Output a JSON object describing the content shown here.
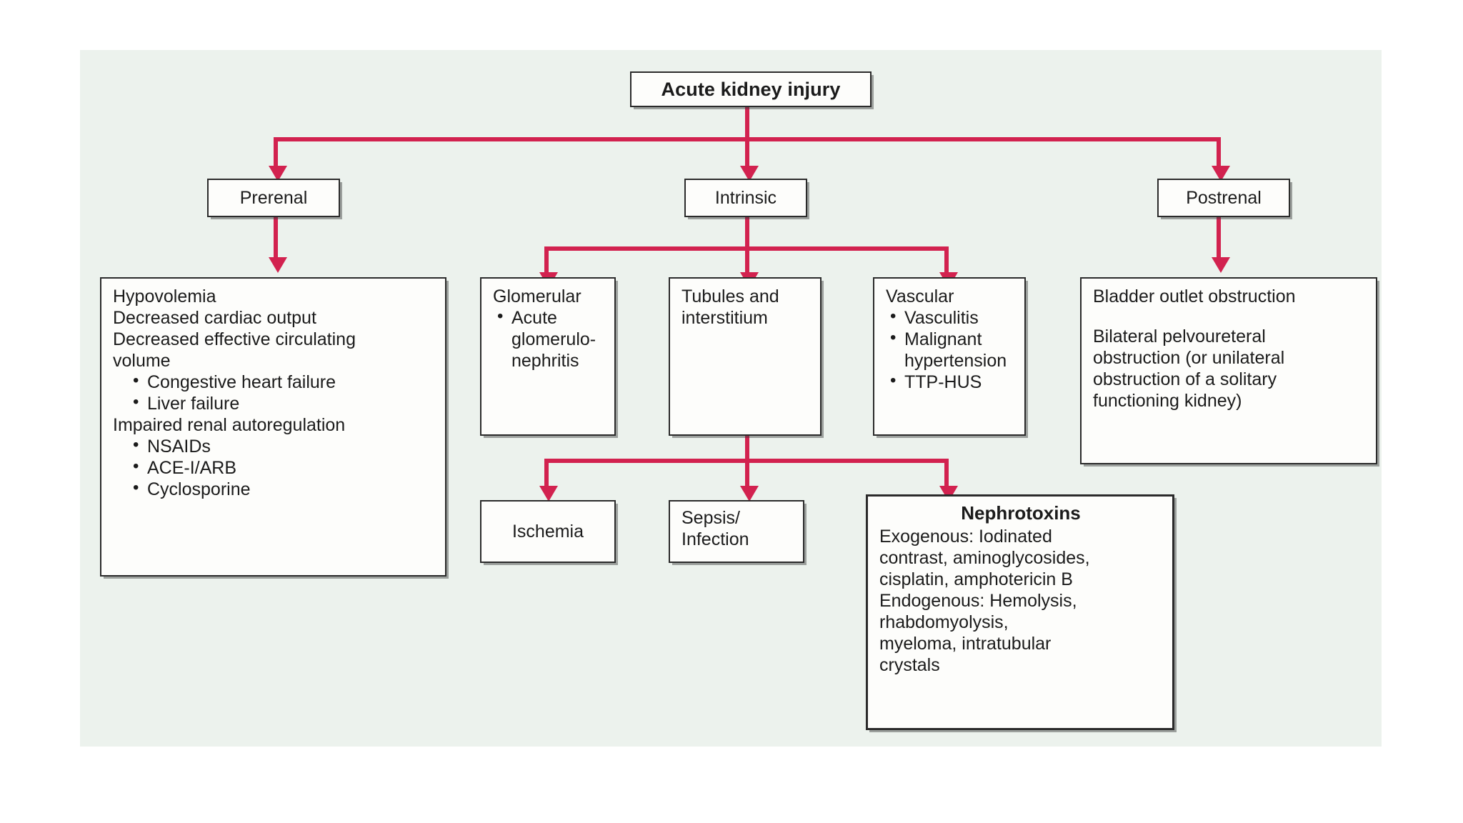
{
  "diagram": {
    "title": "Acute kidney injury",
    "accent_color": "#d2224f",
    "panel_color": "#ecf2ed",
    "box_fill": "#fdfdfb",
    "box_border": "#2b2b2b"
  },
  "root": {
    "label": "Acute kidney injury"
  },
  "categories": {
    "prerenal": "Prerenal",
    "intrinsic": "Intrinsic",
    "postrenal": "Postrenal"
  },
  "prerenal_detail": {
    "line1": "Hypovolemia",
    "line2": "Decreased cardiac output",
    "line3": "Decreased effective circulating",
    "line4": "volume",
    "bullets1": [
      "Congestive heart failure",
      "Liver failure"
    ],
    "line5": "Impaired renal autoregulation",
    "bullets2": [
      "NSAIDs",
      "ACE-I/ARB",
      "Cyclosporine"
    ]
  },
  "glomerular": {
    "heading": "Glomerular",
    "bullets": [
      "Acute glomerulo-nephritis"
    ],
    "bullet_line1": "Acute",
    "bullet_line2": "glomerulo-",
    "bullet_line3": "nephritis"
  },
  "tubules": {
    "line1": "Tubules and",
    "line2": "interstitium"
  },
  "vascular": {
    "heading": "Vascular",
    "bullets": [
      "Vasculitis",
      "Malignant hypertension",
      "TTP-HUS"
    ],
    "b1": "Vasculitis",
    "b2_line1": "Malignant",
    "b2_line2": "hypertension",
    "b3": "TTP-HUS"
  },
  "postrenal_detail": {
    "line1": "Bladder outlet obstruction",
    "line2": "Bilateral pelvoureteral",
    "line3": "obstruction (or unilateral",
    "line4": "obstruction of a solitary",
    "line5": "functioning kidney)"
  },
  "ischemia": {
    "label": "Ischemia"
  },
  "sepsis": {
    "line1": "Sepsis/",
    "line2": "Infection"
  },
  "nephrotoxins": {
    "heading": "Nephrotoxins",
    "line1": "Exogenous: Iodinated",
    "line2": "contrast, aminoglycosides,",
    "line3": "cisplatin, amphotericin B",
    "line4": "Endogenous: Hemolysis,",
    "line5": "rhabdomyolysis,",
    "line6": "myeloma, intratubular",
    "line7": "crystals"
  }
}
